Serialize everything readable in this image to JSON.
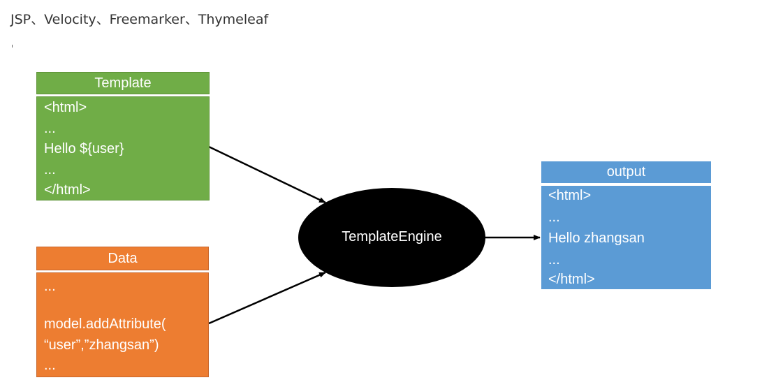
{
  "heading": "JSP、Velocity、Freemarker、Thymeleaf",
  "template": {
    "title": "Template",
    "lines": [
      "<html>",
      "...",
      "Hello ${user}",
      "...",
      "</html>"
    ]
  },
  "data": {
    "title": "Data",
    "lines": [
      "...",
      "",
      "model.addAttribute(",
      "“user”,”zhangsan”)",
      "..."
    ]
  },
  "engine": {
    "label": "TemplateEngine"
  },
  "output": {
    "title": "output",
    "lines": [
      "<html>",
      "...",
      "Hello zhangsan",
      "...",
      "</html>"
    ]
  },
  "colors": {
    "template": "#70ad47",
    "data": "#ed7d31",
    "output": "#5b9bd5",
    "engine": "#000000",
    "arrow": "#000000"
  }
}
